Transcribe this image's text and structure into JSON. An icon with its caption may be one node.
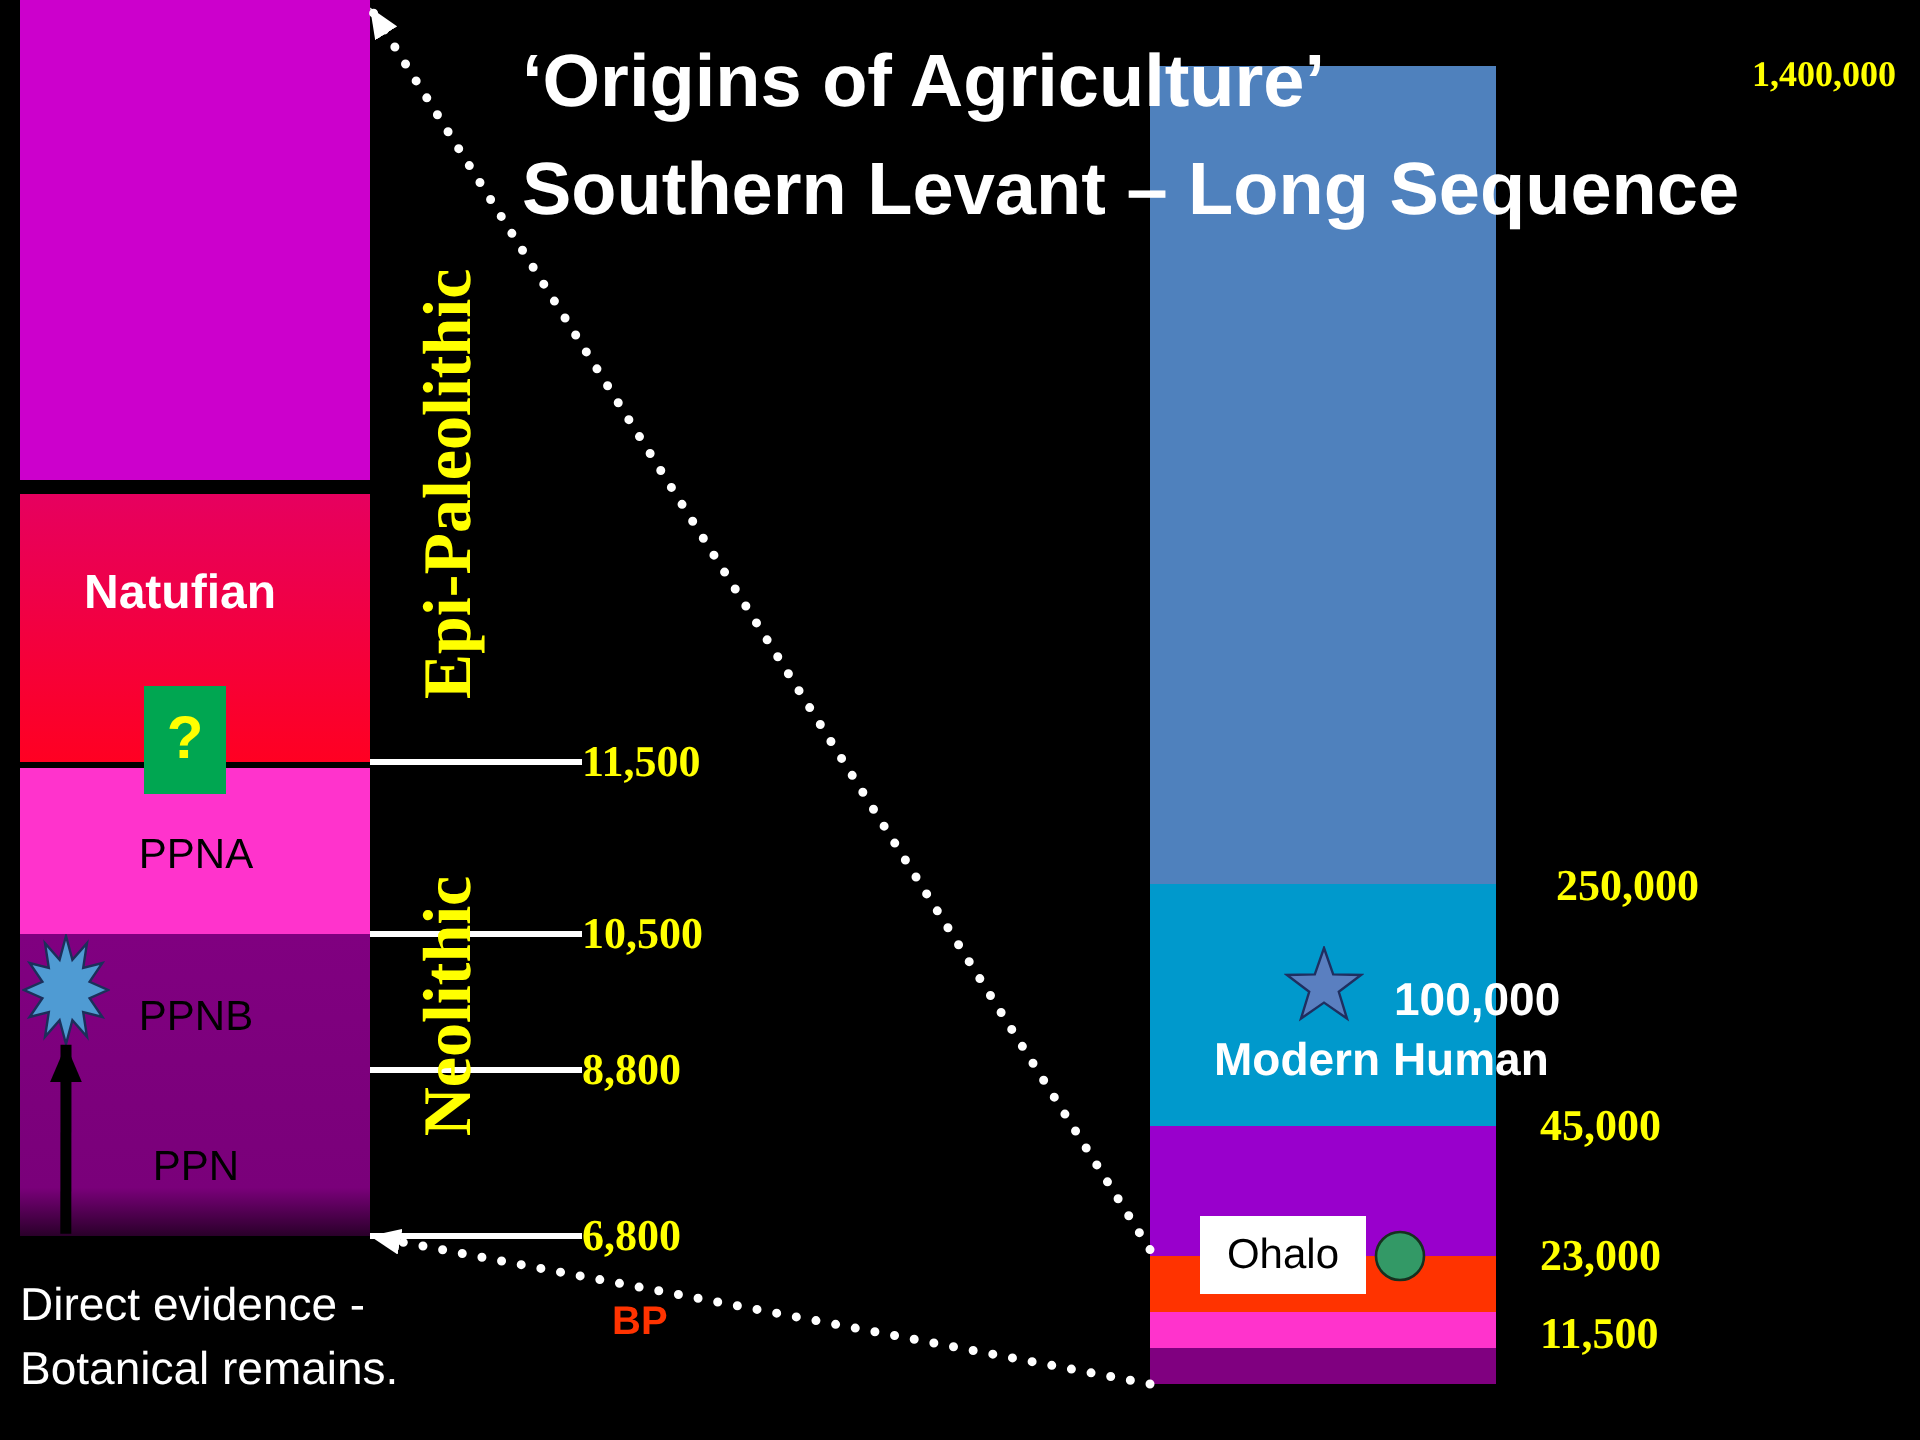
{
  "diagram": {
    "title": "‘Origins of Agriculture’ Southern Levant – Long Sequence",
    "nodes": [
      {
        "text": [],
        "shape": "bar"
      },
      {
        "text": [],
        "shape": "bar",
        "in": 0
      },
      {
        "text": [
          "Natufian"
        ],
        "in": 0
      },
      {
        "text": [
          "?"
        ],
        "in": 0
      },
      {
        "text": [
          "PPNA"
        ],
        "in": 0
      },
      {
        "text": [
          "PPNB",
          "PPN"
        ],
        "in": 0
      },
      {
        "text": [],
        "shape": "star",
        "in": 5
      },
      {
        "text": [
          "11,500"
        ]
      },
      {
        "text": [
          "10,500"
        ]
      },
      {
        "text": [
          "8,800"
        ]
      },
      {
        "text": [
          "6,800"
        ]
      },
      {
        "text": [],
        "shape": "bar"
      },
      {
        "text": [],
        "shape": "bar",
        "in": 11
      },
      {
        "text": [],
        "shape": "bar",
        "in": 11
      },
      {
        "text": [],
        "shape": "bar",
        "in": 11
      },
      {
        "text": [],
        "shape": "bar",
        "in": 11
      },
      {
        "text": [],
        "shape": "bar",
        "in": 11
      },
      {
        "text": [],
        "shape": "bar",
        "in": 11
      },
      {
        "text": [
          "Ohalo"
        ],
        "in": 11
      }
    ],
    "edges": [
      {
        "from": 11,
        "to": 0,
        "arrow": "to",
        "style": "dashed"
      },
      {
        "from": 11,
        "to": 0,
        "arrow": "to",
        "style": "dashed"
      },
      {
        "from": 5,
        "to": 6,
        "arrow": "to",
        "style": "thick",
        "color": "#000000"
      },
      {
        "from": 7,
        "to": 0,
        "arrow": "none"
      },
      {
        "from": 8,
        "to": 0,
        "arrow": "none"
      },
      {
        "from": 9,
        "to": 0,
        "arrow": "none"
      },
      {
        "from": 10,
        "to": 0,
        "arrow": "none"
      }
    ],
    "labels": [
      "Epi-Paleolithic",
      "Neolithic",
      "BP",
      "Direct evidence - Botanical remains.",
      "1,400,000",
      "250,000",
      "100,000",
      "Modern Human",
      "45,000",
      "23,000",
      "11,500"
    ]
  }
}
